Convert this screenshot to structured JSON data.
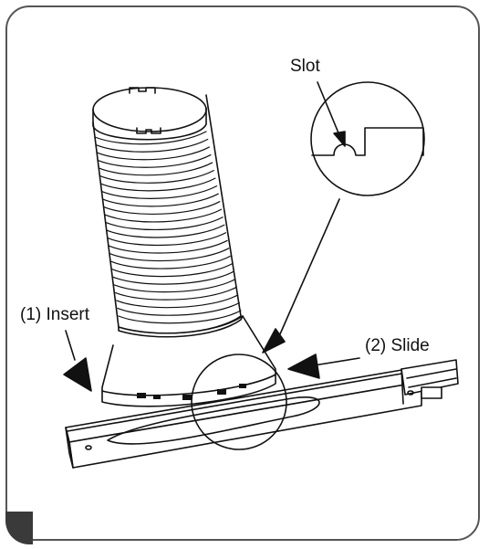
{
  "labels": {
    "slot": "Slot",
    "insert": "(1) Insert",
    "slide": "(2) Slide"
  }
}
